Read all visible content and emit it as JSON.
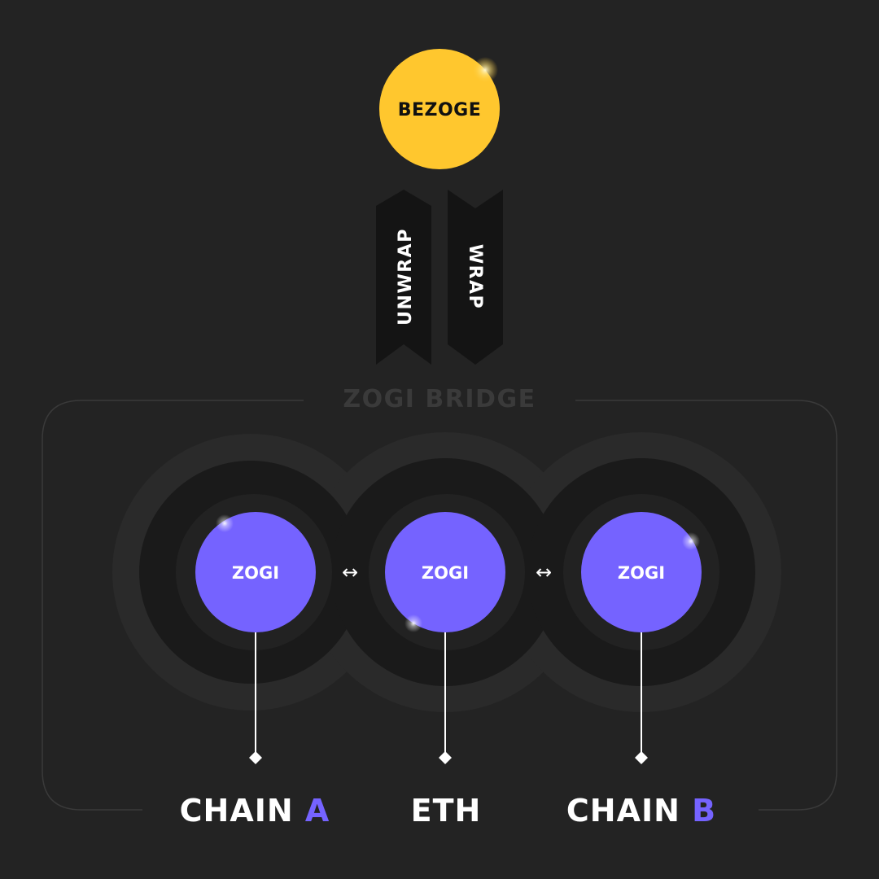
{
  "colors": {
    "background": "#232323",
    "bezoge": "#FFC72E",
    "zogi": "#7563FF",
    "accent": "#7563FF",
    "ribbon": "#141414",
    "ring_outer": "#2A2A2A",
    "ring_inner": "#1A1A1A",
    "frame_line": "#3A3A3A",
    "bridge_title": "#3A3A3A",
    "text_light": "#FFFFFF",
    "text_dark": "#111111"
  },
  "top_node": {
    "label": "BEZOGE",
    "icon": "gold-coin"
  },
  "ribbons": {
    "unwrap": "UNWRAP",
    "wrap": "WRAP"
  },
  "bridge": {
    "title": "ZOGI BRIDGE"
  },
  "nodes": [
    {
      "label": "ZOGI",
      "chain_main": "CHAIN ",
      "chain_accent": "A"
    },
    {
      "label": "ZOGI",
      "chain_main": "ETH",
      "chain_accent": ""
    },
    {
      "label": "ZOGI",
      "chain_main": "CHAIN ",
      "chain_accent": "B"
    }
  ],
  "connectors": {
    "symbol": "↔",
    "icon": "bidirectional-arrow"
  }
}
